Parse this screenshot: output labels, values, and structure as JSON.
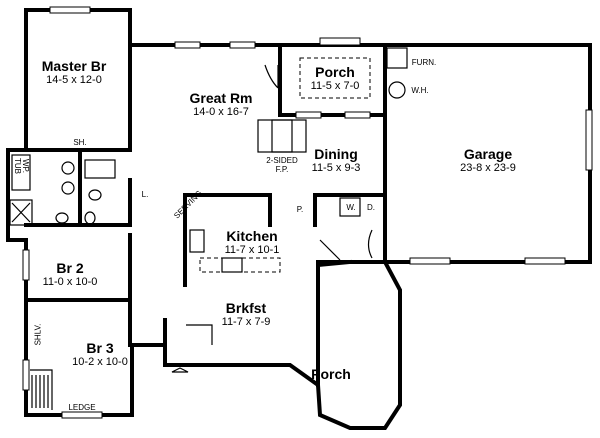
{
  "rooms": {
    "master": {
      "name": "Master Br",
      "dim": "14-5 x 12-0"
    },
    "great": {
      "name": "Great Rm",
      "dim": "14-0 x 16-7"
    },
    "porch_rear": {
      "name": "Porch",
      "dim": "11-5 x 7-0"
    },
    "dining": {
      "name": "Dining",
      "dim": "11-5 x 9-3"
    },
    "garage": {
      "name": "Garage",
      "dim": "23-8 x 23-9"
    },
    "kitchen": {
      "name": "Kitchen",
      "dim": "11-7 x 10-1"
    },
    "br2": {
      "name": "Br 2",
      "dim": "11-0 x 10-0"
    },
    "brkfst": {
      "name": "Brkfst",
      "dim": "11-7 x 7-9"
    },
    "br3": {
      "name": "Br 3",
      "dim": "10-2 x 10-0"
    },
    "porch_front": {
      "name": "Porch"
    }
  },
  "fixtures": {
    "furn": "FURN.",
    "wh": "W.H.",
    "fireplace_1": "2-SIDED",
    "fireplace_2": "F.P.",
    "shower": "SH.",
    "tub_1": "WP.",
    "tub_2": "TUB",
    "linen": "L.",
    "serving": "SERVING",
    "pantry": "P.",
    "washer": "W.",
    "dryer": "D.",
    "shelf": "SHLV.",
    "ledge": "LEDGE"
  }
}
